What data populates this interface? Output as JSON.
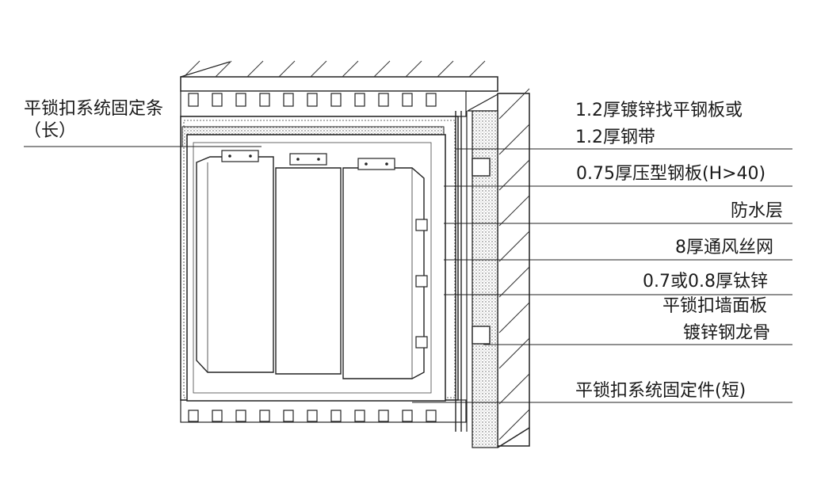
{
  "diagram": {
    "left_labels": [
      {
        "text": "平锁扣系统固定条（长）"
      }
    ],
    "right_labels": [
      {
        "text": "1.2厚镀锌找平钢板或"
      },
      {
        "text": "1.2厚钢带"
      },
      {
        "text": "0.75厚压型钢板(H>40)"
      },
      {
        "text": "防水层"
      },
      {
        "text": "8厚通风丝网"
      },
      {
        "text": "0.7或0.8厚钛锌"
      },
      {
        "text": "平锁扣墙面板"
      },
      {
        "text": "镀锌钢龙骨"
      },
      {
        "text": "平锁扣系统固定件(短)"
      }
    ]
  }
}
